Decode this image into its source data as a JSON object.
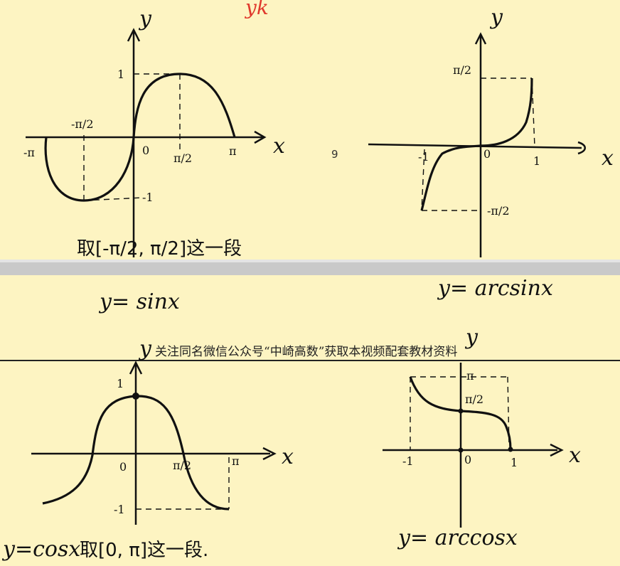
{
  "page_number": "9",
  "top_red_mark": "yk",
  "watermark": "关注同名微信公众号“中崎高数”获取本视频配套教材资料",
  "panels": [
    {
      "function": "sin",
      "caption": "y= sinx",
      "note": "取[-π/2, π/2]这一段",
      "axis_x": "x",
      "axis_y": "y",
      "origin": "0",
      "ticks": {
        "x_neg_pi": "-π",
        "x_neg_half_pi": "-π/2",
        "x_half_pi": "π/2",
        "x_pi": "π",
        "y_one": "1",
        "y_neg_one": "-1"
      }
    },
    {
      "function": "arcsin",
      "caption": "y= arcsinx",
      "axis_x": "x",
      "axis_y": "y",
      "origin": "0",
      "ticks": {
        "x_neg_one": "-1",
        "x_one": "1",
        "y_half_pi": "π/2",
        "y_neg_half_pi": "-π/2"
      }
    },
    {
      "function": "cos",
      "caption": "y=cosx",
      "note": "取[0, π]这一段.",
      "axis_x": "x",
      "axis_y": "y",
      "origin": "0",
      "ticks": {
        "x_half_pi": "π/2",
        "x_pi": "π",
        "y_one": "1",
        "y_neg_one": "-1"
      }
    },
    {
      "function": "arccos",
      "caption": "y= arccosx",
      "axis_x": "x",
      "axis_y": "y",
      "origin": "0",
      "ticks": {
        "x_neg_one": "-1",
        "x_one": "1",
        "y_pi": "π",
        "y_half_pi": "π/2"
      }
    }
  ]
}
